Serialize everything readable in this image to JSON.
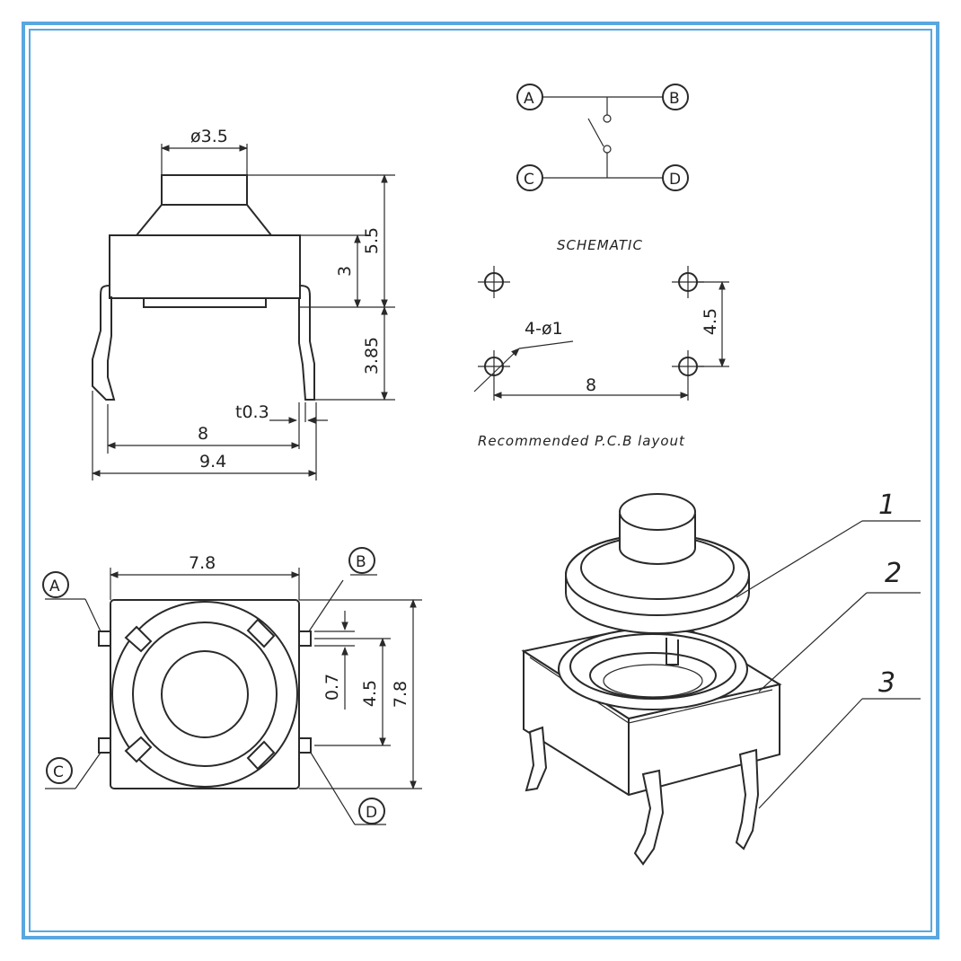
{
  "side_view": {
    "dim_plunger_dia": "ø3.5",
    "dim_total_height": "5.5",
    "dim_body_height": "3",
    "dim_pin_length": "3.85",
    "dim_pin_thickness": "t0.3",
    "dim_pin_pitch": "8",
    "dim_overall_width": "9.4"
  },
  "schematic": {
    "pin_a": "A",
    "pin_b": "B",
    "pin_c": "C",
    "pin_d": "D",
    "caption": "SCHEMATIC"
  },
  "pcb_layout": {
    "dim_hole": "4-ø1",
    "dim_vertical": "4.5",
    "dim_horizontal": "8",
    "caption": "Recommended P.C.B layout"
  },
  "top_view": {
    "dim_width": "7.8",
    "dim_height": "7.8",
    "dim_pitch": "4.5",
    "dim_pin_width": "0.7",
    "pin_a": "A",
    "pin_b": "B",
    "pin_c": "C",
    "pin_d": "D"
  },
  "exploded_view": {
    "callout_1": "1",
    "callout_2": "2",
    "callout_3": "3"
  },
  "colors": {
    "frame": "#5aa7e0",
    "ink": "#2a2a2a"
  }
}
